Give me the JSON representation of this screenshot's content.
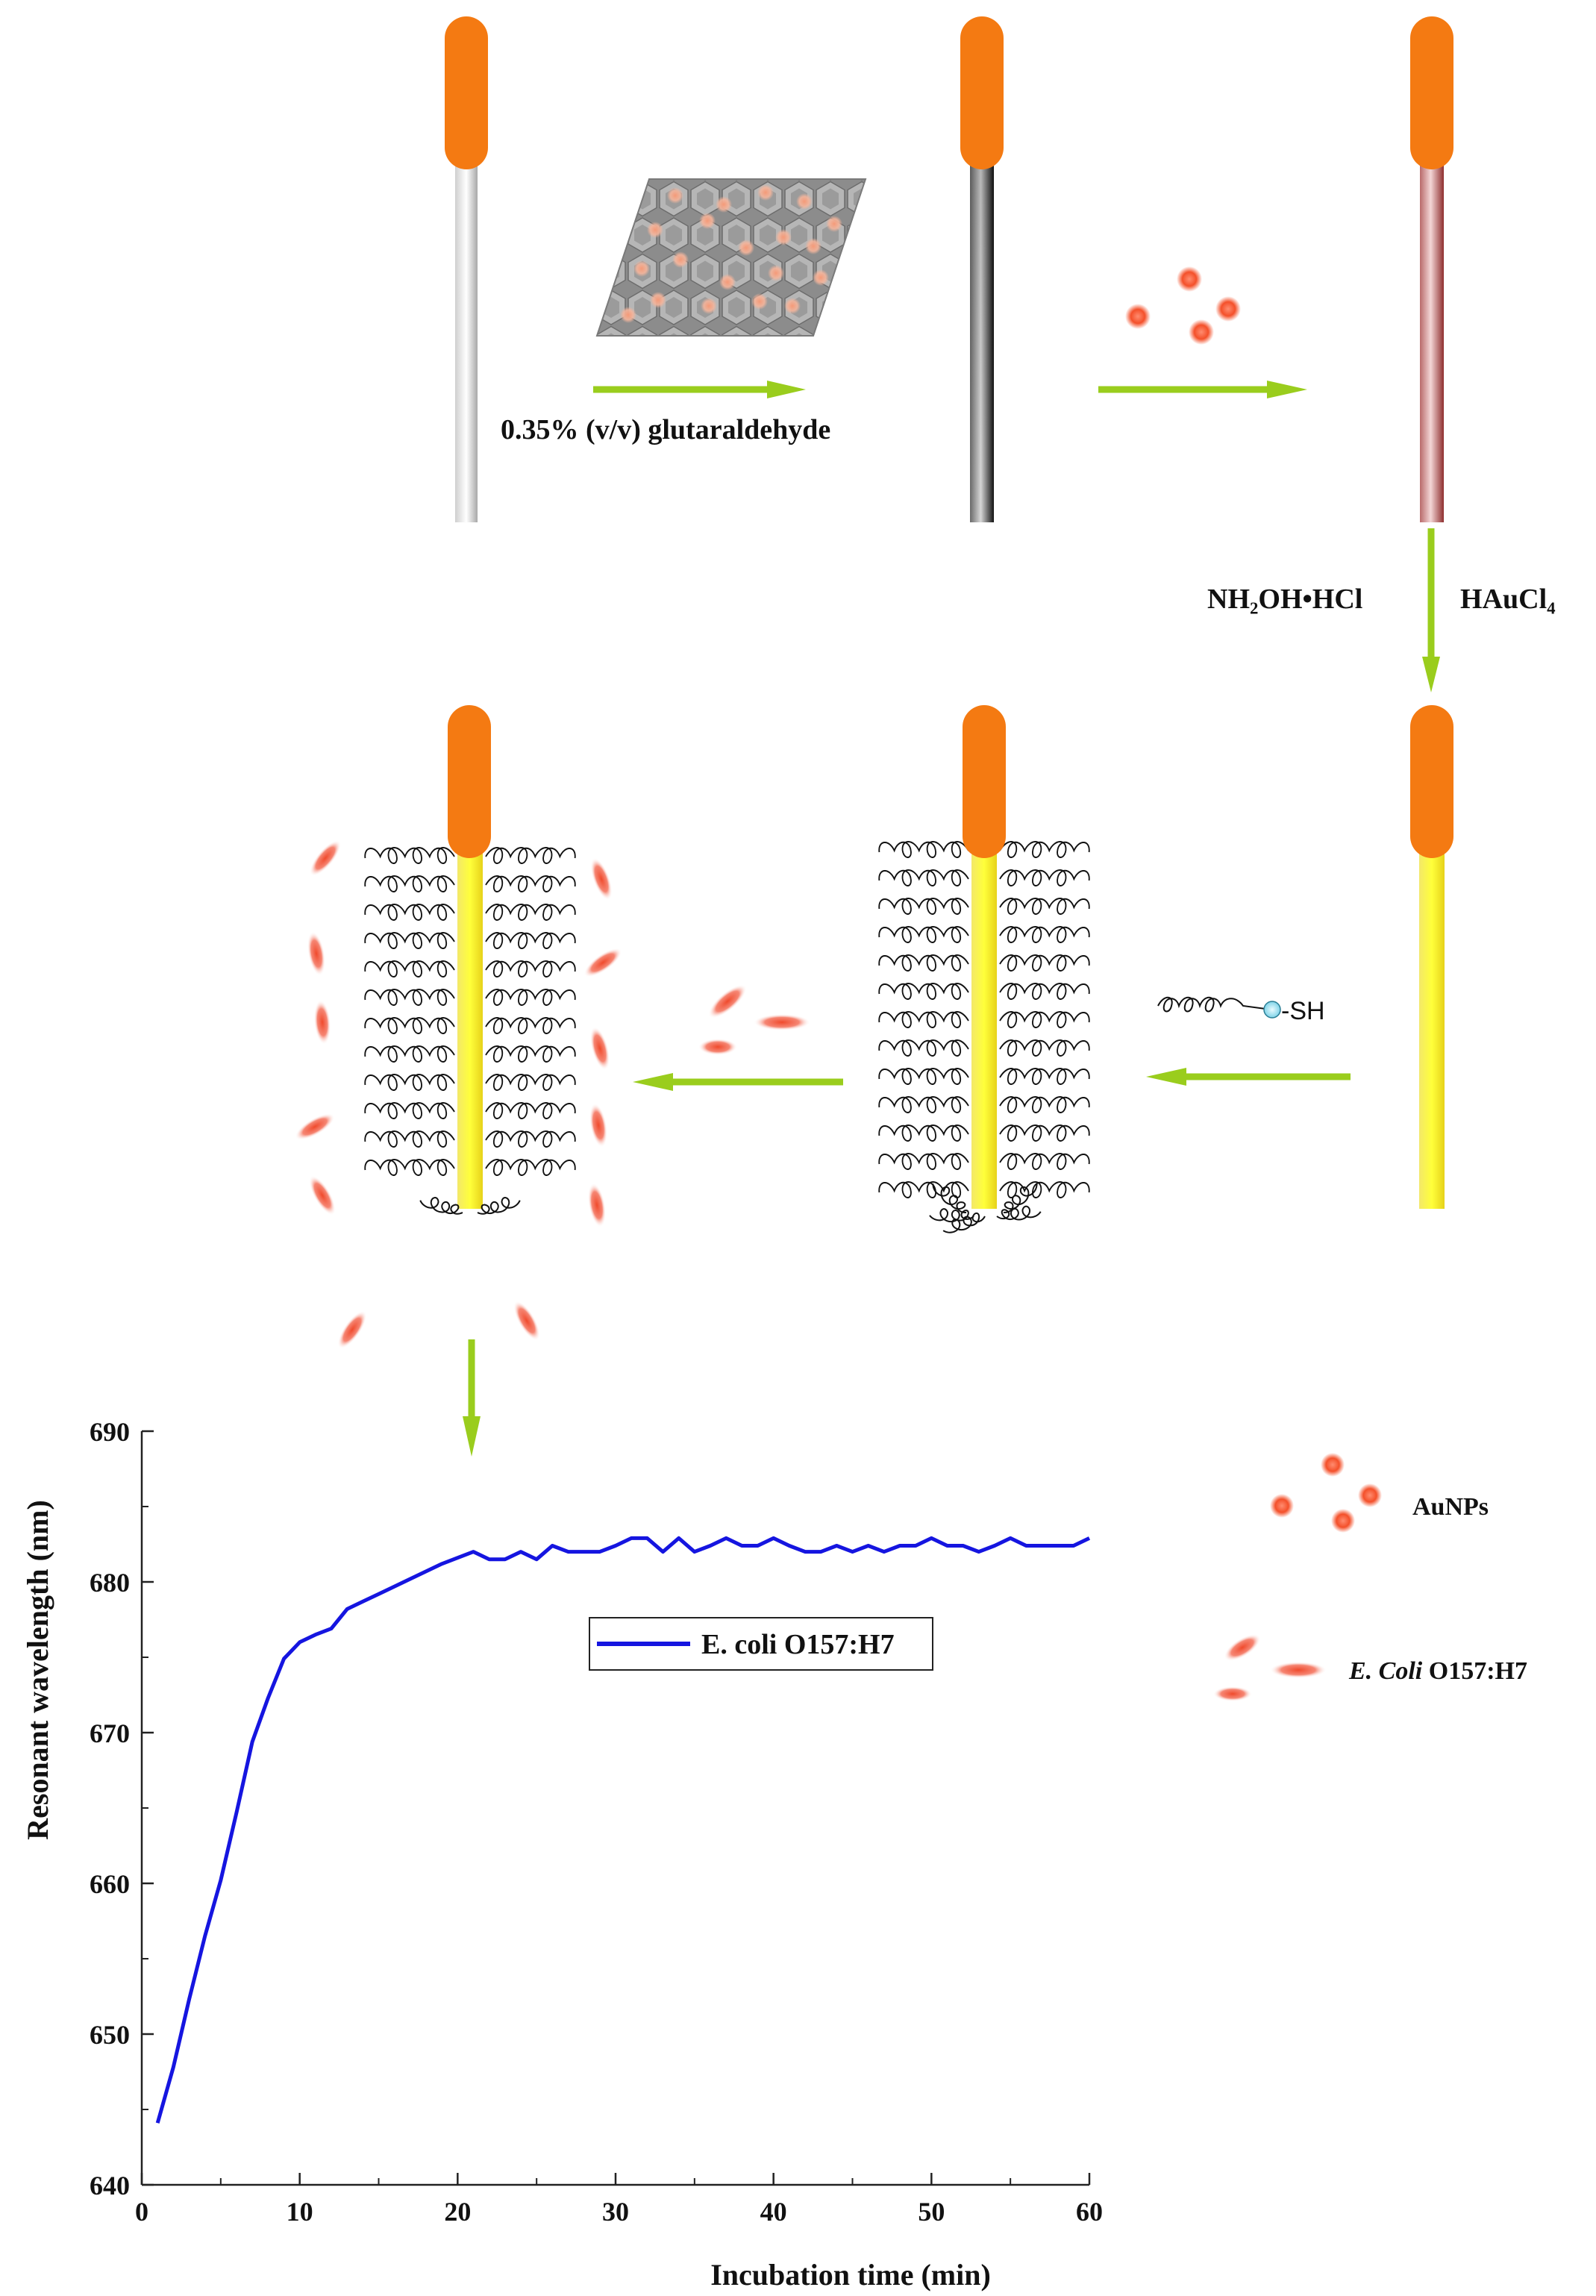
{
  "step1": {
    "reagent_label": "0.35% (v/v) glutaraldehyde"
  },
  "step3": {
    "reagent_a": "NH₂OH•HCl",
    "reagent_b": "HAuCl₄"
  },
  "step4": {
    "probe_label": "-SH"
  },
  "legend": {
    "aunps": "AuNPs",
    "ecoli_italic": "E. Coli",
    "ecoli_strain": " O157:H7"
  },
  "colors": {
    "cap": "#f47a12",
    "arrow": "#9acd1d",
    "nanoparticle": "#f4502a",
    "gold_fiber": "#ffff33",
    "series": "#1515e0"
  },
  "chart_data": {
    "type": "line",
    "xlabel": "Incubation time (min)",
    "ylabel": "Resonant wavelength (nm)",
    "xlim": [
      0,
      60
    ],
    "ylim": [
      640,
      690
    ],
    "xticks": [
      0,
      10,
      20,
      30,
      40,
      50,
      60
    ],
    "yticks": [
      640,
      650,
      660,
      670,
      680,
      690
    ],
    "legend_position": "upper-center",
    "grid": false,
    "series": [
      {
        "name": "E. coli O157:H7",
        "x": [
          1,
          2,
          3,
          4,
          5,
          6,
          7,
          8,
          9,
          10,
          11,
          12,
          13,
          14,
          15,
          16,
          17,
          18,
          19,
          20,
          21,
          22,
          23,
          24,
          25,
          26,
          27,
          28,
          29,
          30,
          31,
          32,
          33,
          34,
          35,
          36,
          37,
          38,
          39,
          40,
          41,
          42,
          43,
          44,
          45,
          46,
          47,
          48,
          49,
          50,
          51,
          52,
          53,
          54,
          55,
          56,
          57,
          58,
          59,
          60
        ],
        "y": [
          644.1,
          647.8,
          652.3,
          656.5,
          660.2,
          664.7,
          669.4,
          672.3,
          674.9,
          676.0,
          676.5,
          676.9,
          678.2,
          678.7,
          679.2,
          679.7,
          680.2,
          680.7,
          681.2,
          681.6,
          682.0,
          681.5,
          681.5,
          682.0,
          681.5,
          682.4,
          682.0,
          682.0,
          682.0,
          682.4,
          682.9,
          682.9,
          682.0,
          682.9,
          682.0,
          682.4,
          682.9,
          682.4,
          682.4,
          682.9,
          682.4,
          682.0,
          682.0,
          682.4,
          682.0,
          682.4,
          682.0,
          682.4,
          682.4,
          682.9,
          682.4,
          682.4,
          682.0,
          682.4,
          682.9,
          682.4,
          682.4,
          682.4,
          682.4,
          682.9
        ]
      }
    ]
  }
}
